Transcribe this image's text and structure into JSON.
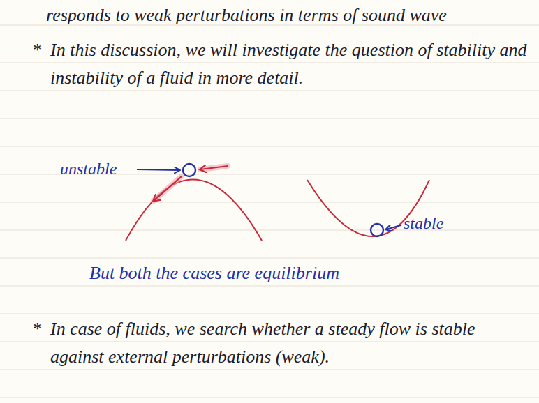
{
  "diagram": {
    "labels": [
      "responds to weak perturbations in terms of sound wave",
      "*",
      "In this discussion, we will investigate the question of stability and instability of a fluid in more detail.",
      "unstable",
      "stable",
      "But both the cases are equilibrium",
      "*",
      "In case of fluids, we search whether a steady flow is stable against external perturbations (weak)."
    ]
  }
}
